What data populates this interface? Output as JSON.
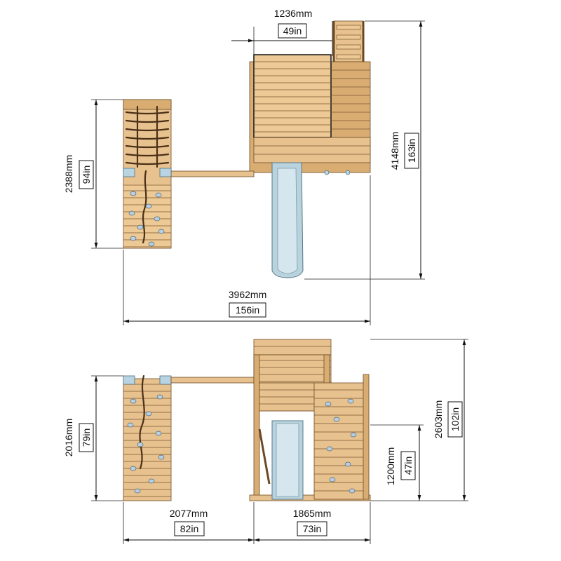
{
  "dimensions": {
    "top_view": {
      "roof_width": {
        "mm": "1236mm",
        "in": "49in"
      },
      "climbing_frame_depth": {
        "mm": "2388mm",
        "in": "94in"
      },
      "overall_depth": {
        "mm": "4148mm",
        "in": "163in"
      },
      "overall_width": {
        "mm": "3962mm",
        "in": "156in"
      }
    },
    "front_view": {
      "climbing_wall_height": {
        "mm": "2016mm",
        "in": "79in"
      },
      "deck_height": {
        "mm": "1200mm",
        "in": "47in"
      },
      "overall_height": {
        "mm": "2603mm",
        "in": "102in"
      },
      "span_width": {
        "mm": "2077mm",
        "in": "82in"
      },
      "tower_width": {
        "mm": "1865mm",
        "in": "73in"
      }
    }
  },
  "colors": {
    "wood": "#e8c28e",
    "wood_outline": "#6b4a25",
    "slide": "#b9d3de",
    "metal": "#b8d4e2",
    "rope": "#4a3018",
    "dimension_line": "#111111"
  }
}
